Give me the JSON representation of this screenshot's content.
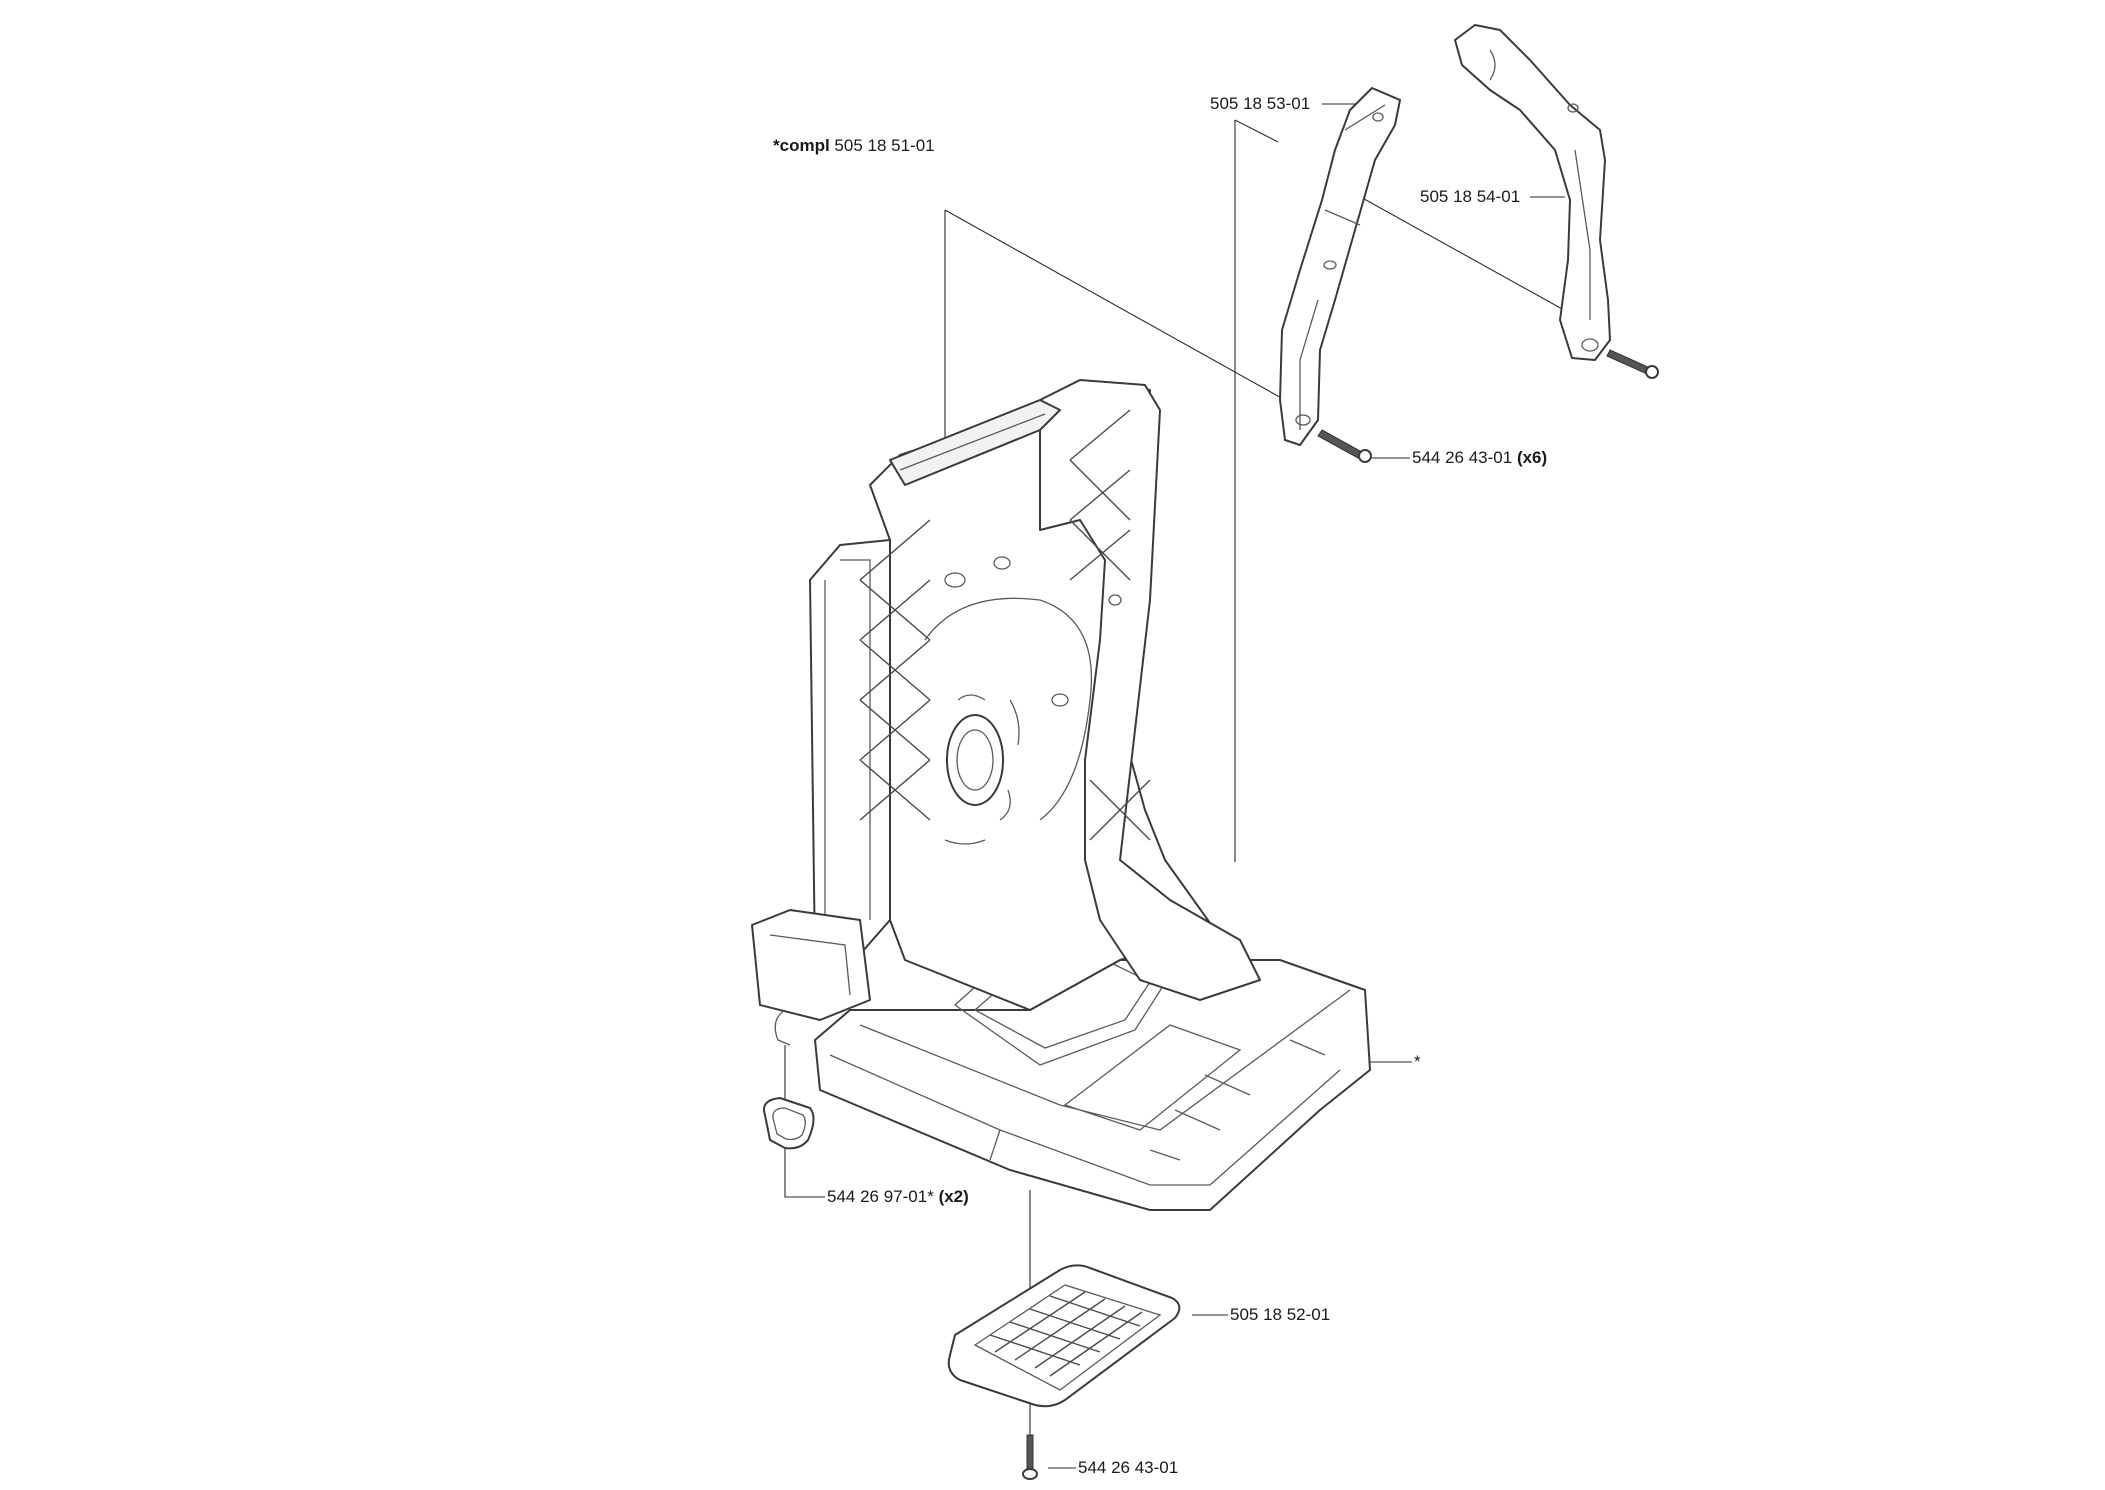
{
  "callouts": {
    "compl": {
      "prefix": "*compl",
      "number": "505 18 51-01"
    },
    "handle_left": {
      "number": "505 18 53-01"
    },
    "handle_right": {
      "number": "505 18 54-01"
    },
    "screw_x6": {
      "number": "544 26 43-01",
      "qty": "(x6)"
    },
    "star_mark": {
      "text": "*"
    },
    "ring_x2": {
      "number": "544 26 97-01*",
      "qty": "(x2)"
    },
    "pad": {
      "number": "505 18 52-01"
    },
    "screw_bottom": {
      "number": "544 26 43-01"
    }
  },
  "icons": {
    "backpack_frame": "backpack-frame-icon",
    "handle_left": "handle-bar-icon",
    "handle_right": "handle-bar-icon",
    "screw": "screw-icon",
    "ring": "ring-icon",
    "pad": "grid-pad-icon"
  }
}
